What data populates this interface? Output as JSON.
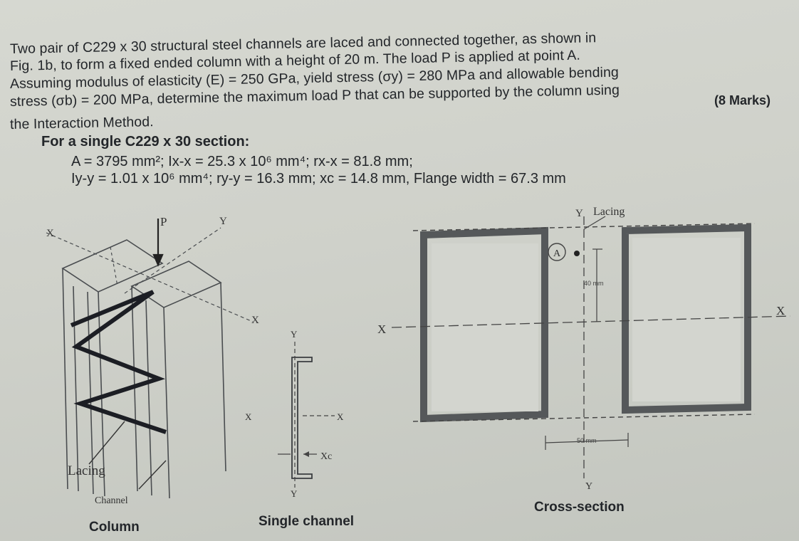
{
  "problem": {
    "lines": [
      "Two pair of C229 x 30 structural steel channels are laced and connected together, as shown in",
      "Fig. 1b, to form a fixed ended column with a height of 20 m. The load P is applied at point A.",
      "Assuming modulus of elasticity (E) = 250 GPa, yield stress (σy) = 280 MPa and allowable bending",
      "stress (σb) = 200 MPa, determine the maximum load P that can be supported by the column using",
      "the Interaction Method."
    ],
    "marks": "(8 Marks)"
  },
  "section": {
    "title": "For a single C229 x 30 section:",
    "props_line1": "A = 3795 mm²; Ix-x = 25.3 x 10⁶ mm⁴; rx-x = 81.8 mm;",
    "props_line2": "Iy-y = 1.01 x 10⁶ mm⁴; ry-y = 16.3 mm; xc = 14.8 mm, Flange width = 67.3 mm"
  },
  "figure": {
    "column": {
      "caption": "Column",
      "label_p": "P",
      "label_x": "X",
      "label_y": "Y",
      "label_lacing": "Lacing",
      "label_channel": "Channel"
    },
    "single_channel": {
      "caption": "Single channel",
      "label_y": "Y",
      "label_x": "X",
      "label_xc": "Xc"
    },
    "cross_section": {
      "caption": "Cross-section",
      "label_y": "Y",
      "label_x": "X",
      "label_lacing": "Lacing",
      "label_a": "A",
      "dim_40": "40 mm",
      "dim_50": "50 mm"
    }
  }
}
